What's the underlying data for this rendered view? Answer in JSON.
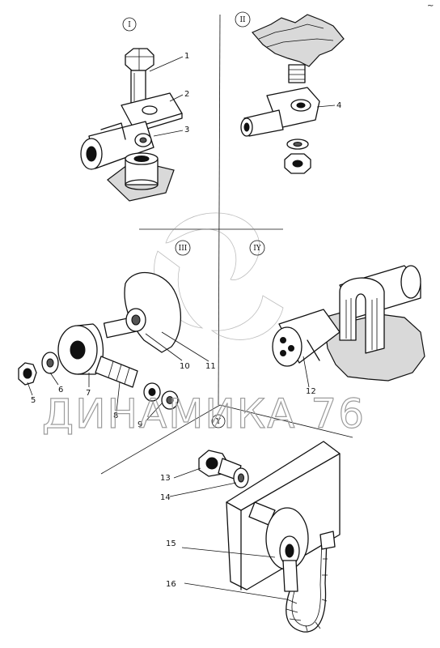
{
  "views": [
    "I",
    "II",
    "III",
    "IY",
    "Y"
  ],
  "callouts": [
    "1",
    "2",
    "3",
    "4",
    "5",
    "6",
    "7",
    "8",
    "9",
    "10",
    "11",
    "12",
    "13",
    "14",
    "15",
    "16"
  ],
  "watermark": "ДИНАМИКА 76",
  "corner_mark": "~"
}
